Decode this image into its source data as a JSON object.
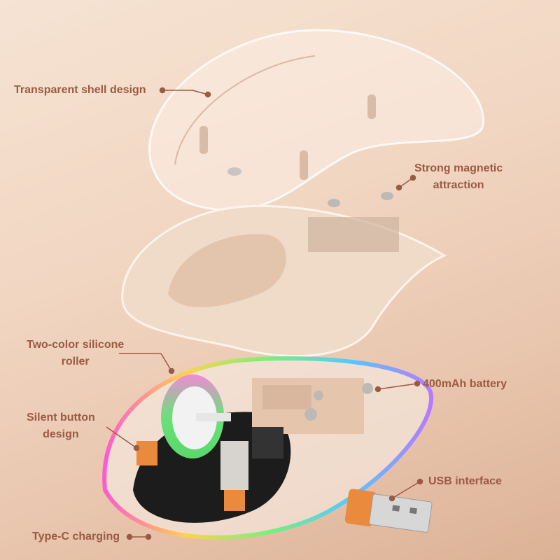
{
  "labels": {
    "shell": "Transparent shell design",
    "magnet_line1": "Strong magnetic",
    "magnet_line2": "attraction",
    "roller_line1": "Two-color silicone",
    "roller_line2": "roller",
    "battery": "400mAh battery",
    "button_line1": "Silent button",
    "button_line2": "design",
    "usb": "USB interface",
    "typec": "Type-C charging"
  },
  "colors": {
    "label_text": "#9b5a44",
    "background": "#f1d6c2",
    "middle_frame": "#f0dac8",
    "dongle_orange": "#e98a3c",
    "roller_green": "#6be07a",
    "roller_pink": "#f08ad8"
  }
}
